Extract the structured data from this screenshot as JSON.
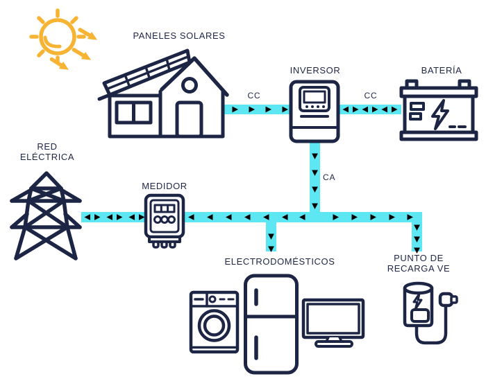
{
  "diagram": {
    "type": "solar-home-energy-flow",
    "colors": {
      "line": "#1d2545",
      "flow": "#5ce7f2",
      "sun": "#f7b334",
      "bg": "#ffffff"
    },
    "labels": {
      "paneles_solares": "PANELES SOLARES",
      "inversor": "INVERSOR",
      "bateria": "BATERÍA",
      "red_electrica_line1": "RED",
      "red_electrica_line2": "ELÉCTRICA",
      "medidor": "MEDIDOR",
      "electrodomesticos": "ELECTRODOMÉSTICOS",
      "punto_recarga_line1": "PUNTO DE",
      "punto_recarga_line2": "RECARGA VE",
      "cc_house_to_inverter": "CC",
      "cc_inverter_to_battery": "CC",
      "ca_inverter_to_bus": "CA"
    },
    "icons": [
      "sun-icon",
      "solar-house-icon",
      "inverter-icon",
      "battery-icon",
      "power-tower-icon",
      "meter-icon",
      "washing-machine-icon",
      "fridge-icon",
      "tv-icon",
      "ev-charger-icon"
    ]
  }
}
